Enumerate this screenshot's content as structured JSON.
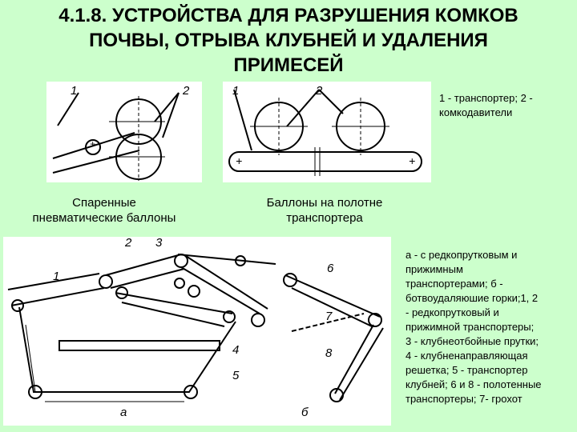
{
  "title": {
    "line1": "4.1.8. УСТРОЙСТВА ДЛЯ РАЗРУШЕНИЯ КОМКОВ",
    "line2": "ПОЧВЫ, ОТРЫВА КЛУБНЕЙ И УДАЛЕНИЯ",
    "line3": "ПРИМЕСЕЙ"
  },
  "figure_left": {
    "label_1": "1",
    "label_2": "2",
    "caption_line1": "Спаренные",
    "caption_line2": "пневматические баллоны"
  },
  "figure_right": {
    "label_1": "1",
    "label_2": "2",
    "caption_line1": "Баллоны на полотне",
    "caption_line2": "транспортера"
  },
  "legend_top": {
    "line1": "1 - транспортер; 2 -",
    "line2": "комкодавители"
  },
  "figure_bottom": {
    "labels": [
      "1",
      "2",
      "3",
      "4",
      "5",
      "6",
      "7",
      "8"
    ],
    "sub_a": "а",
    "sub_b": "б"
  },
  "legend_bottom": {
    "lines": [
      "а - с редкопрутковым и",
      "прижимным",
      "транспортерами; б -",
      "ботвоудаляюшие горки;1, 2",
      "- редкопрутковый и",
      "прижимной транспортеры;",
      "3 - клубнеотбойные прутки;",
      "4 - клубненаправляющая",
      "решетка; 5 - транспортер",
      "клубней; 6 и 8 - полотенные",
      "транспортеры; 7- грохот"
    ]
  }
}
